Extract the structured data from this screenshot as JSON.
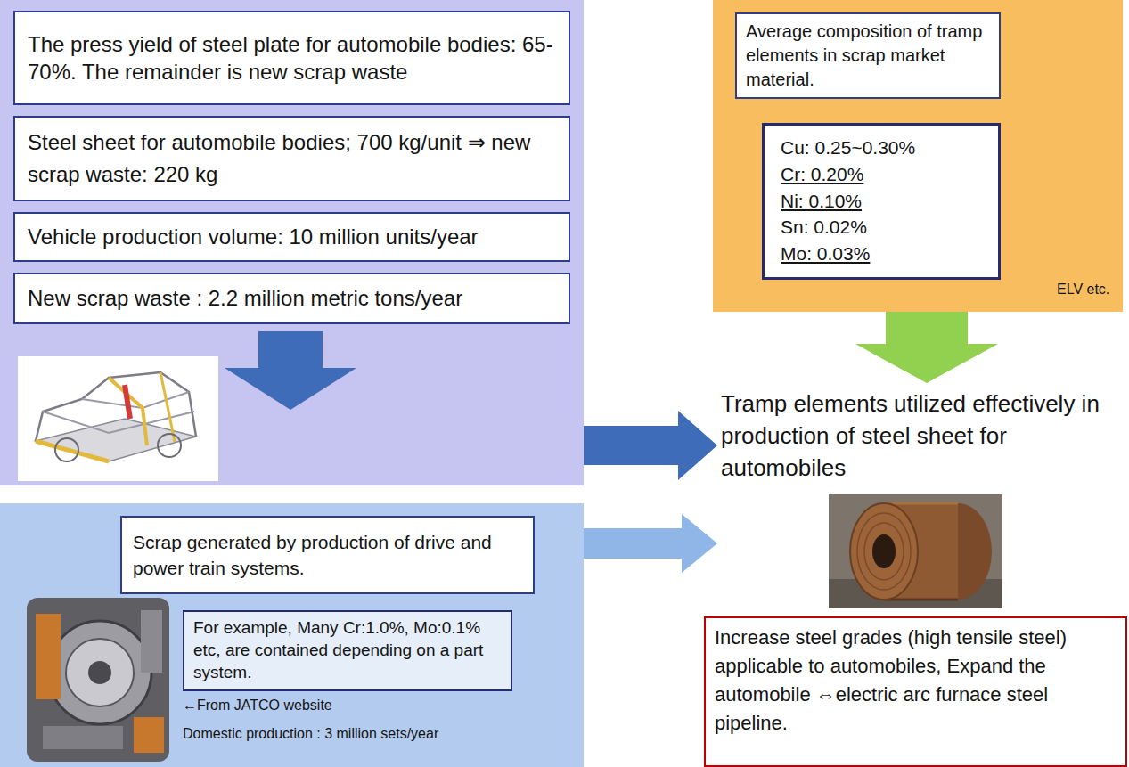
{
  "diagram": {
    "nodes": [
      {
        "text": []
      },
      {
        "text": [
          "The press yield of steel plate for automobile bodies: 65-70%. The remainder is new scrap waste"
        ],
        "in": 0
      },
      {
        "text": [
          "Steel sheet for automobile bodies; 700 kg/unit ⇒ new scrap waste: 220 kg"
        ],
        "in": 0
      },
      {
        "text": [
          "Vehicle production volume: 10 million units/year"
        ],
        "in": 0
      },
      {
        "text": [
          "New scrap waste : 2.2 million metric tons/year"
        ],
        "in": 0
      },
      {
        "text": [
          "ELV etc."
        ]
      },
      {
        "text": [
          "Average composition of tramp elements in scrap market material."
        ],
        "in": 5
      },
      {
        "text": [
          "Cu: 0.25~0.30%",
          "Cr: 0.20%",
          "Ni: 0.10%",
          "Sn: 0.02%",
          "Mo: 0.03%"
        ],
        "in": 5
      },
      {
        "text": [
          "Tramp elements utilized effectively in production of steel sheet for automobiles"
        ]
      },
      {
        "text": [
          "←From JATCO website",
          "Domestic production : 3 million sets/year"
        ]
      },
      {
        "text": [
          "Scrap generated by production of drive and power train systems."
        ],
        "in": 9
      },
      {
        "text": [
          "For example, Many Cr:1.0%, Mo:0.1% etc, are contained depending on a part system."
        ],
        "in": 9
      },
      {
        "text": [
          "Increase steel grades (high tensile steel) applicable to automobiles, Expand the automobile ⇔electric arc furnace steel pipeline."
        ]
      }
    ],
    "edges": [
      {
        "from": 0,
        "to": 8,
        "arrow": "to"
      },
      {
        "from": 5,
        "to": 8,
        "arrow": "to"
      },
      {
        "from": 9,
        "to": 8,
        "arrow": "to"
      }
    ]
  }
}
